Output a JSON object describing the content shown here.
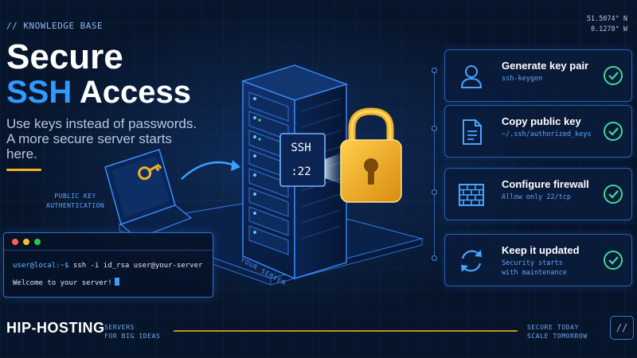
{
  "header": {
    "kicker": "// KNOWLEDGE BASE",
    "title_line1": "Secure",
    "title_accent": "SSH",
    "title_rest": "Access",
    "subtitle": "Use keys instead of passwords. A more secure server starts here.",
    "coords_lat": "51.5074° N",
    "coords_lon": "0.1278° W"
  },
  "illustration": {
    "laptop_caption_line1": "PUBLIC KEY",
    "laptop_caption_line2": "AUTHENTICATION",
    "server_badge_line1": "SSH",
    "server_badge_line2": ":22",
    "server_caption": "YOUR SERVER"
  },
  "terminal": {
    "prompt": "user@local:~$",
    "command": "ssh -i id_rsa user@your-server",
    "output": "Welcome to your server!"
  },
  "steps": [
    {
      "icon": "user-icon",
      "title": "Generate key pair",
      "desc1": "ssh-keygen",
      "desc2": "",
      "done": true
    },
    {
      "icon": "document-icon",
      "title": "Copy public key",
      "desc1": "~/.ssh/authorized_keys",
      "desc2": "",
      "done": true
    },
    {
      "icon": "firewall-icon",
      "title": "Configure firewall",
      "desc1": "Allow only 22/tcp",
      "desc2": "",
      "done": true
    },
    {
      "icon": "refresh-icon",
      "title": "Keep it updated",
      "desc1": "Security starts",
      "desc2": "with maintenance",
      "done": true
    }
  ],
  "footer": {
    "brand": "HIP-HOSTING",
    "tagline_line1": "SERVERS",
    "tagline_line2": "FOR BIG IDEAS",
    "right_line1": "SECURE TODAY",
    "right_line2": "SCALE TOMORROW",
    "button_label": "//"
  },
  "colors": {
    "background": "#07152b",
    "accent_blue": "#2f9bff",
    "accent_gold": "#f2b227",
    "check_green": "#3ddc97"
  }
}
